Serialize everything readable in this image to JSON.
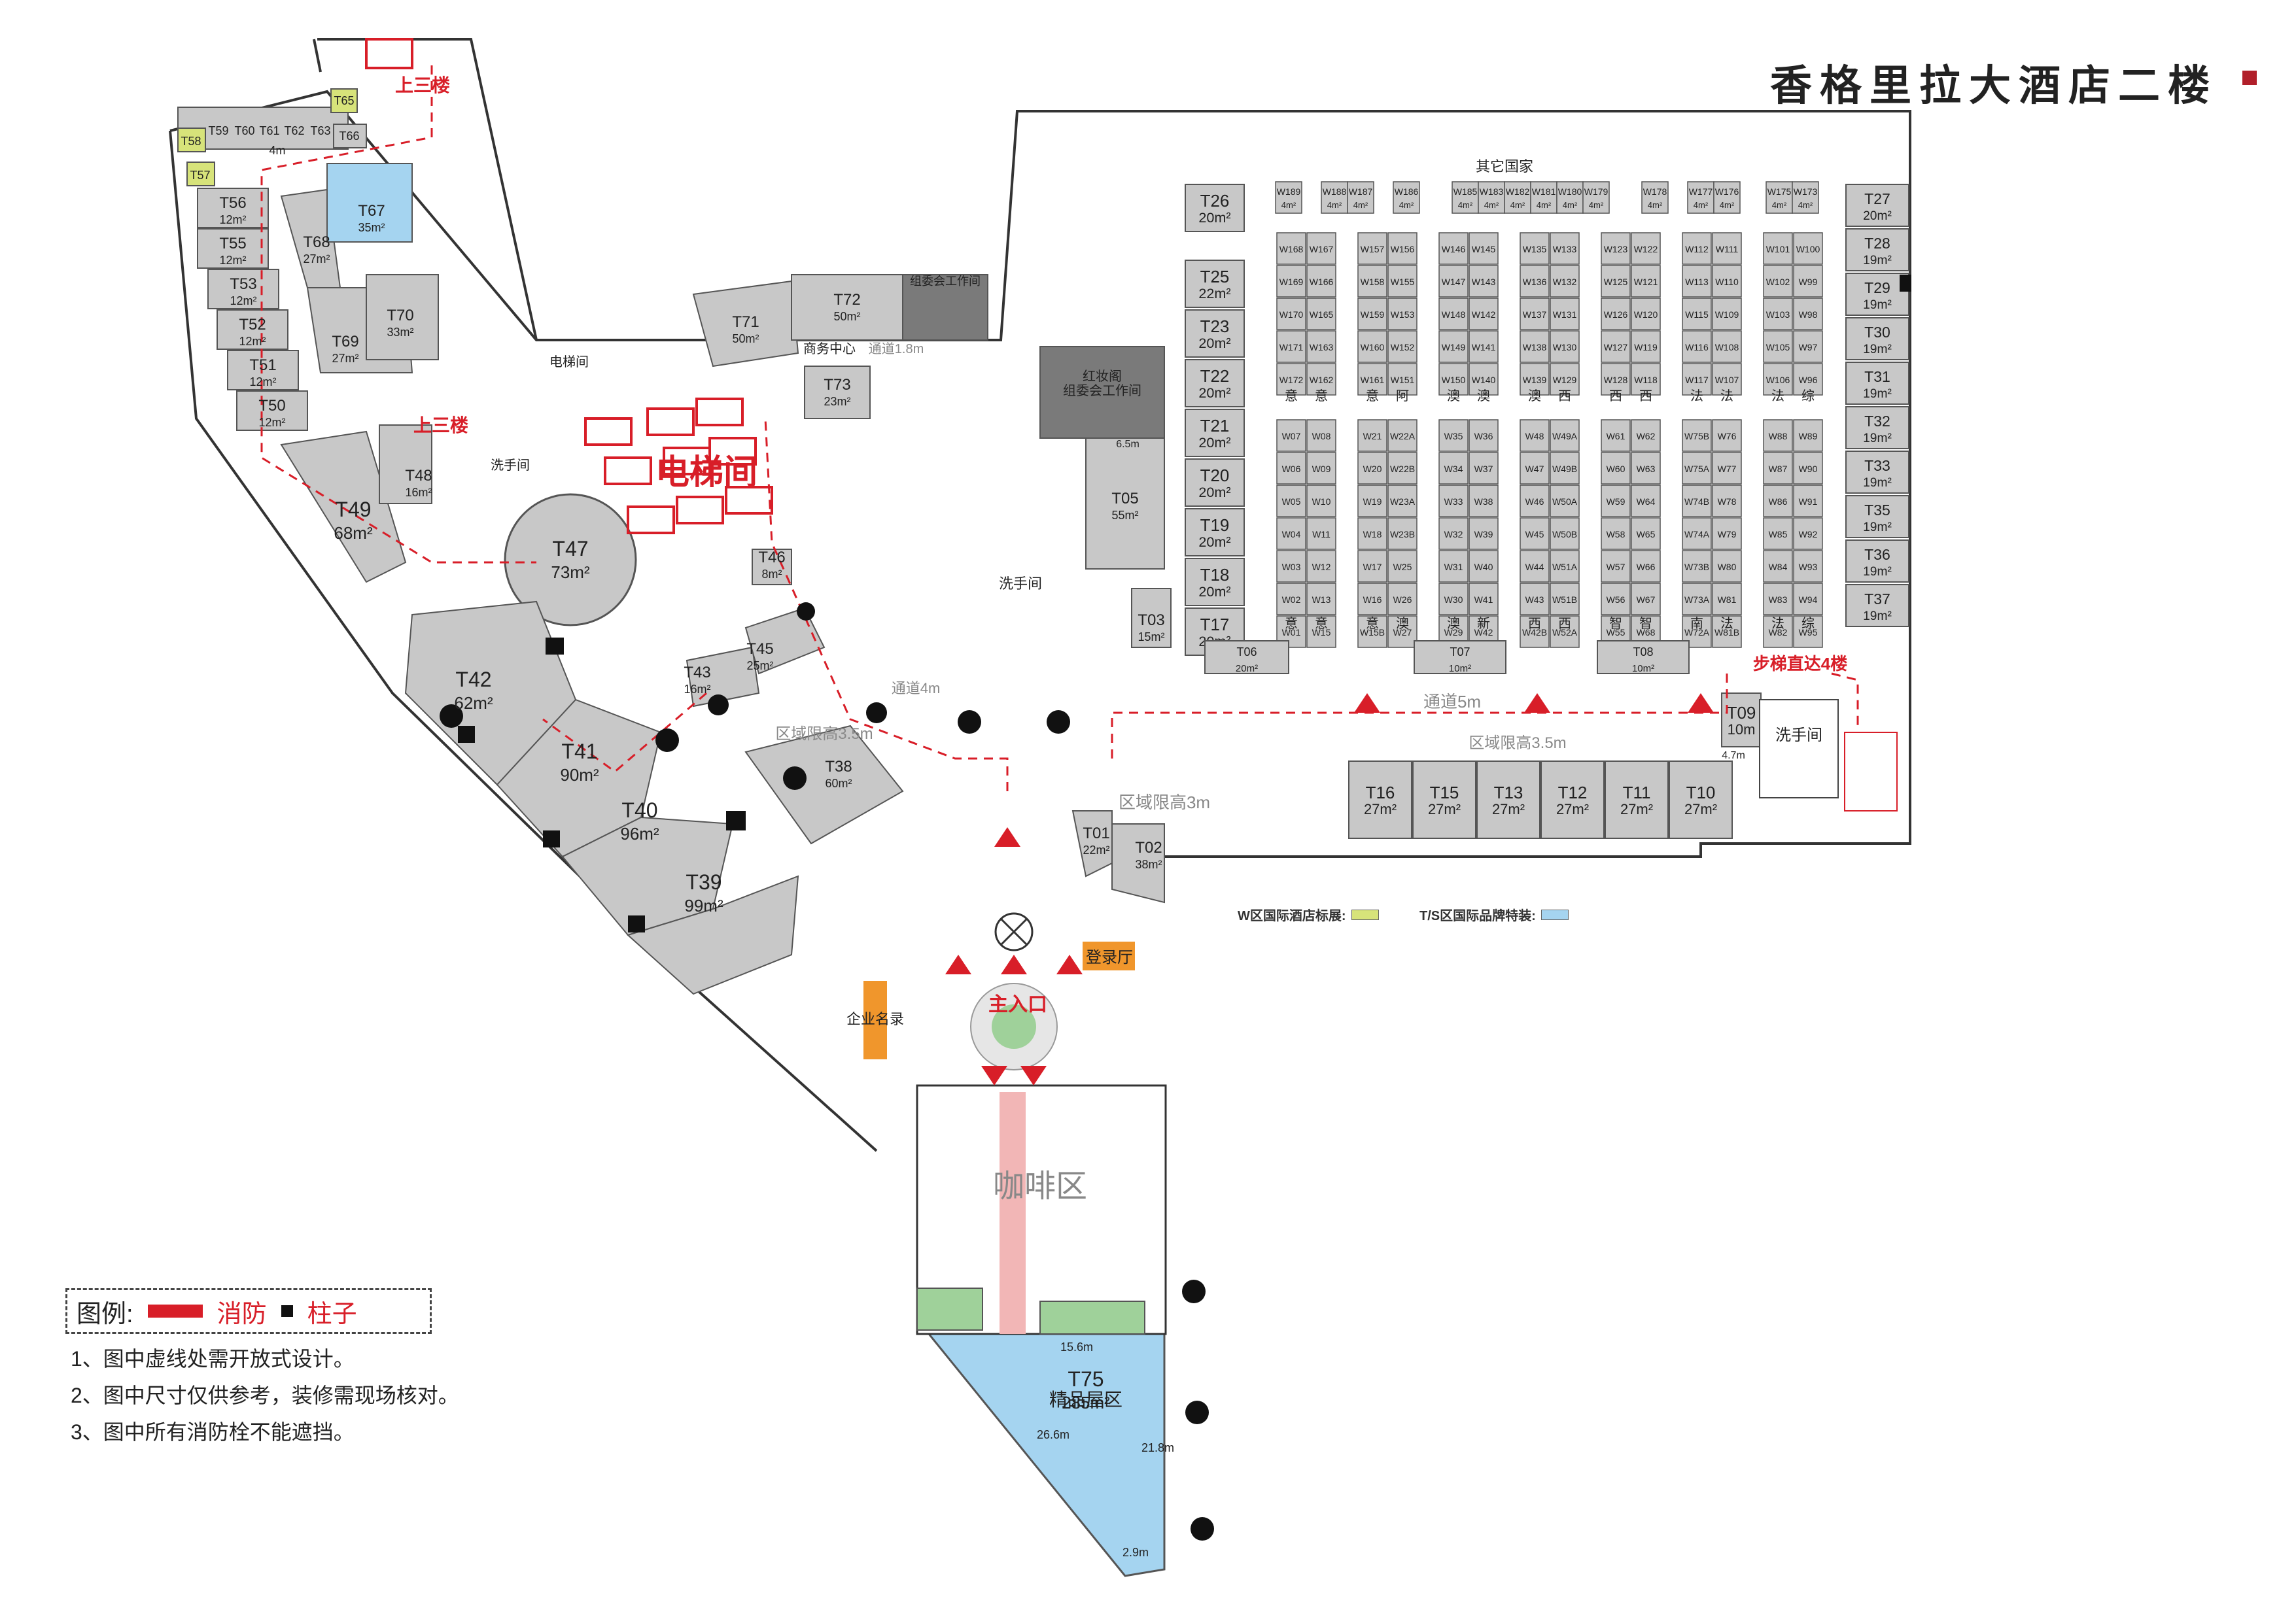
{
  "title": "香格里拉大酒店二楼",
  "legend": {
    "label": "图例:",
    "fire": "消防",
    "pillar": "柱子",
    "notes": [
      "1、图中虚线处需开放式设计。",
      "2、图中尺寸仅供参考，装修需现场核对。",
      "3、图中所有消防栓不能遮挡。"
    ],
    "w_zone": "W区国际酒店标展:",
    "ts_zone": "T/S区国际品牌特装:",
    "colors": {
      "fire": "#d81e28",
      "w_zone": "#d7e37a",
      "ts_zone": "#a5d4f0",
      "booth": "#c8c8c8",
      "dark": "#7a7a7a"
    }
  },
  "labels": {
    "other_countries": "其它国家",
    "elevator_hall": "电梯间",
    "elevator_room": "电梯间",
    "restroom": "洗手间",
    "business_center": "商务中心",
    "corridor_18": "通道1.8m",
    "corridor_5": "通道5m",
    "corridor_4": "通道4m",
    "height_35": "区域限高3.5m",
    "height_3": "区域限高3m",
    "height_35b": "区域限高3.5m",
    "up3_a": "上三楼",
    "up3_b": "上三楼",
    "stairs_4": "步梯直达4楼",
    "main_entrance": "主入口",
    "registration": "登录厅",
    "company_list": "企业名录",
    "coffee": "咖啡区",
    "committee_office": "组委会工作间",
    "hongzhuang": "红妆阁",
    "hongzhuang_office": "组委会工作间",
    "boutique": "精品屋区",
    "width_156": "15.6m",
    "width_266": "26.6m",
    "width_218": "21.8m",
    "width_29": "2.9m",
    "width_47": "4.7m",
    "width_65": "6.5m",
    "width_4m": "4m",
    "w_row_labels": [
      "意",
      "意",
      "意",
      "阿",
      "澳",
      "澳",
      "澳",
      "西",
      "西",
      "西",
      "法",
      "法",
      "法",
      "综"
    ],
    "w_bottom_labels": [
      "意",
      "意",
      "意",
      "澳",
      "澳",
      "新",
      "西",
      "西",
      "智",
      "智",
      "南",
      "法",
      "法",
      "综"
    ]
  },
  "booths_left": [
    {
      "id": "T56",
      "area": "12m²"
    },
    {
      "id": "T55",
      "area": "12m²"
    },
    {
      "id": "T53",
      "area": "12m²"
    },
    {
      "id": "T52",
      "area": "12m²"
    },
    {
      "id": "T51",
      "area": "12m²"
    },
    {
      "id": "T50",
      "area": "12m²"
    },
    {
      "id": "T68",
      "area": "27m²"
    },
    {
      "id": "T67",
      "area": "35m²"
    },
    {
      "id": "T69",
      "area": "27m²"
    },
    {
      "id": "T70",
      "area": "33m²"
    },
    {
      "id": "T49",
      "area": "68m²"
    },
    {
      "id": "T48",
      "area": "16m²"
    },
    {
      "id": "T47",
      "area": "73m²"
    },
    {
      "id": "T42",
      "area": "62m²"
    },
    {
      "id": "T41",
      "area": "90m²"
    },
    {
      "id": "T40",
      "area": "96m²"
    },
    {
      "id": "T39",
      "area": "99m²"
    },
    {
      "id": "T38",
      "area": "60m²"
    },
    {
      "id": "T43",
      "area": "16m²"
    },
    {
      "id": "T45",
      "area": "25m²"
    },
    {
      "id": "T46",
      "area": "8m²"
    },
    {
      "id": "T71",
      "area": "50m²"
    },
    {
      "id": "T72",
      "area": "50m²"
    },
    {
      "id": "T73",
      "area": "23m²"
    },
    {
      "id": "T05",
      "area": "55m²"
    },
    {
      "id": "T03",
      "area": "15m²"
    },
    {
      "id": "T01",
      "area": "22m²"
    },
    {
      "id": "T02",
      "area": "38m²"
    },
    {
      "id": "T75",
      "area": "285m²"
    }
  ],
  "top_small": [
    "T58",
    "T59",
    "T60",
    "T61",
    "T62",
    "T63",
    "T65",
    "T66",
    "T57"
  ],
  "booths_t_left_col": [
    {
      "id": "T26",
      "area": "20m²"
    },
    {
      "id": "T25",
      "area": "22m²"
    },
    {
      "id": "T23",
      "area": "20m²"
    },
    {
      "id": "T22",
      "area": "20m²"
    },
    {
      "id": "T21",
      "area": "20m²"
    },
    {
      "id": "T20",
      "area": "20m²"
    },
    {
      "id": "T19",
      "area": "20m²"
    },
    {
      "id": "T18",
      "area": "20m²"
    },
    {
      "id": "T17",
      "area": "20m²"
    }
  ],
  "booths_t_right_col": [
    {
      "id": "T27",
      "area": "20m²"
    },
    {
      "id": "T28",
      "area": "19m²"
    },
    {
      "id": "T29",
      "area": "19m²"
    },
    {
      "id": "T30",
      "area": "19m²"
    },
    {
      "id": "T31",
      "area": "19m²"
    },
    {
      "id": "T32",
      "area": "19m²"
    },
    {
      "id": "T33",
      "area": "19m²"
    },
    {
      "id": "T35",
      "area": "19m²"
    },
    {
      "id": "T36",
      "area": "19m²"
    },
    {
      "id": "T37",
      "area": "19m²"
    }
  ],
  "booths_bottom_row": [
    {
      "id": "T16",
      "area": "27m²"
    },
    {
      "id": "T15",
      "area": "27m²"
    },
    {
      "id": "T13",
      "area": "27m²"
    },
    {
      "id": "T12",
      "area": "27m²"
    },
    {
      "id": "T11",
      "area": "27m²"
    },
    {
      "id": "T10",
      "area": "27m²"
    }
  ],
  "booths_mid_row": [
    {
      "id": "T06",
      "area": "20m²"
    },
    {
      "id": "T07",
      "area": "10m²"
    },
    {
      "id": "T08",
      "area": "10m²"
    },
    {
      "id": "T09",
      "area": "10m"
    }
  ],
  "w_top_row": [
    "W189",
    "W188",
    "W187",
    "W186",
    "W185",
    "W183",
    "W182",
    "W181",
    "W180",
    "W179",
    "W178",
    "W177",
    "W176",
    "W175",
    "W173"
  ],
  "w_top_sizes": [
    "4m²",
    "4m²",
    "4m²",
    "4m²",
    "4m²",
    "4m²",
    "4m²",
    "4m²",
    "4m²",
    "4m²",
    "4m²",
    "4m²",
    "4m²",
    "4m²",
    "4m²"
  ],
  "w_upper_grid": [
    [
      "W168",
      "W167",
      "W157",
      "W156",
      "W146",
      "W145",
      "W135",
      "W133",
      "W123",
      "W122",
      "W112",
      "W111",
      "W101",
      "W100"
    ],
    [
      "W169",
      "W166",
      "W158",
      "W155",
      "W147",
      "W143",
      "W136",
      "W132",
      "W125",
      "W121",
      "W113",
      "W110",
      "W102",
      "W99"
    ],
    [
      "W170",
      "W165",
      "W159",
      "W153",
      "W148",
      "W142",
      "W137",
      "W131",
      "W126",
      "W120",
      "W115",
      "W109",
      "W103",
      "W98"
    ],
    [
      "W171",
      "W163",
      "W160",
      "W152",
      "W149",
      "W141",
      "W138",
      "W130",
      "W127",
      "W119",
      "W116",
      "W108",
      "W105",
      "W97"
    ],
    [
      "W172",
      "W162",
      "W161",
      "W151",
      "W150",
      "W140",
      "W139",
      "W129",
      "W128",
      "W118",
      "W117",
      "W107",
      "W106",
      "W96"
    ]
  ],
  "w_lower_grid": [
    [
      "W07",
      "W08",
      "W21",
      "W22A",
      "W35",
      "W36",
      "W48",
      "W49A",
      "W61",
      "W62",
      "W75B",
      "W76",
      "W88",
      "W89"
    ],
    [
      "W06",
      "W09",
      "W20",
      "W22B",
      "W34",
      "W37",
      "W47",
      "W49B",
      "W60",
      "W63",
      "W75A",
      "W77",
      "W87",
      "W90"
    ],
    [
      "W05",
      "W10",
      "W19",
      "W23A",
      "W33",
      "W38",
      "W46",
      "W50A",
      "W59",
      "W64",
      "W74B",
      "W78",
      "W86",
      "W91"
    ],
    [
      "W04",
      "W11",
      "W18",
      "W23B",
      "W32",
      "W39",
      "W45",
      "W50B",
      "W58",
      "W65",
      "W74A",
      "W79",
      "W85",
      "W92"
    ],
    [
      "W03",
      "W12",
      "W17",
      "W25",
      "W31",
      "W40",
      "W44",
      "W51A",
      "W57",
      "W66",
      "W73B",
      "W80",
      "W84",
      "W93"
    ],
    [
      "W02",
      "W13",
      "W16",
      "W26",
      "W30",
      "W41",
      "W43",
      "W51B",
      "W56",
      "W67",
      "W73A",
      "W81",
      "W83",
      "W94"
    ],
    [
      "W01",
      "W15",
      "W15B",
      "W27",
      "W29",
      "W42",
      "W42B",
      "W52A",
      "W55",
      "W68",
      "W72A",
      "W81B",
      "W82",
      "W95"
    ]
  ]
}
